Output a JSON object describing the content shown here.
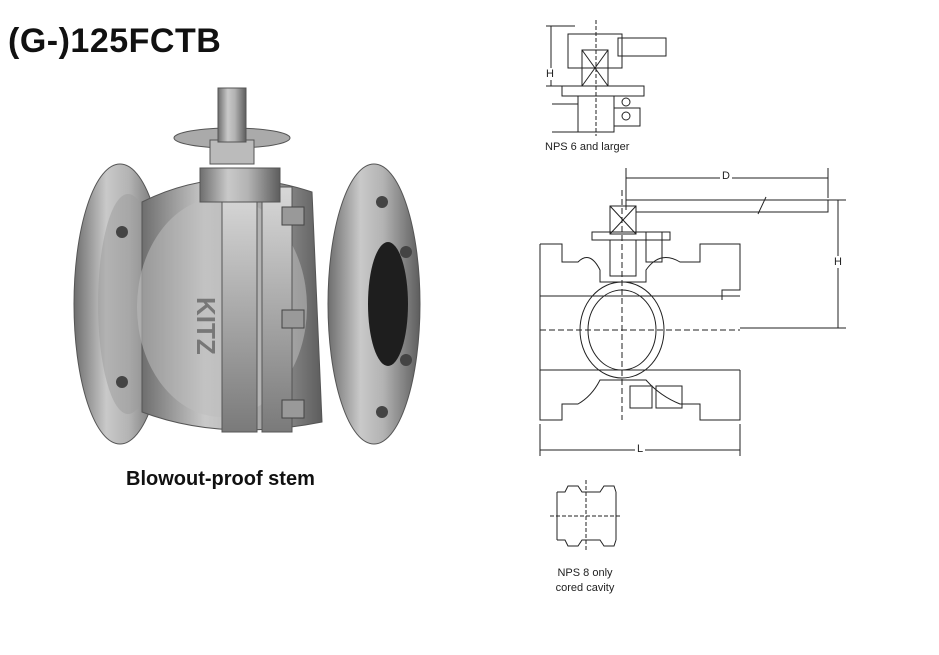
{
  "title": "(G-)125FCTB",
  "photo_caption": "Blowout-proof stem",
  "photo_marks": {
    "brand": "KITZ"
  },
  "detail_top": {
    "label": "NPS 6 and larger",
    "dim_h": "H"
  },
  "main_view": {
    "dim_d": "D",
    "dim_h": "H",
    "dim_l": "L"
  },
  "detail_bottom": {
    "label_line1": "NPS 8 only",
    "label_line2": "cored cavity"
  }
}
